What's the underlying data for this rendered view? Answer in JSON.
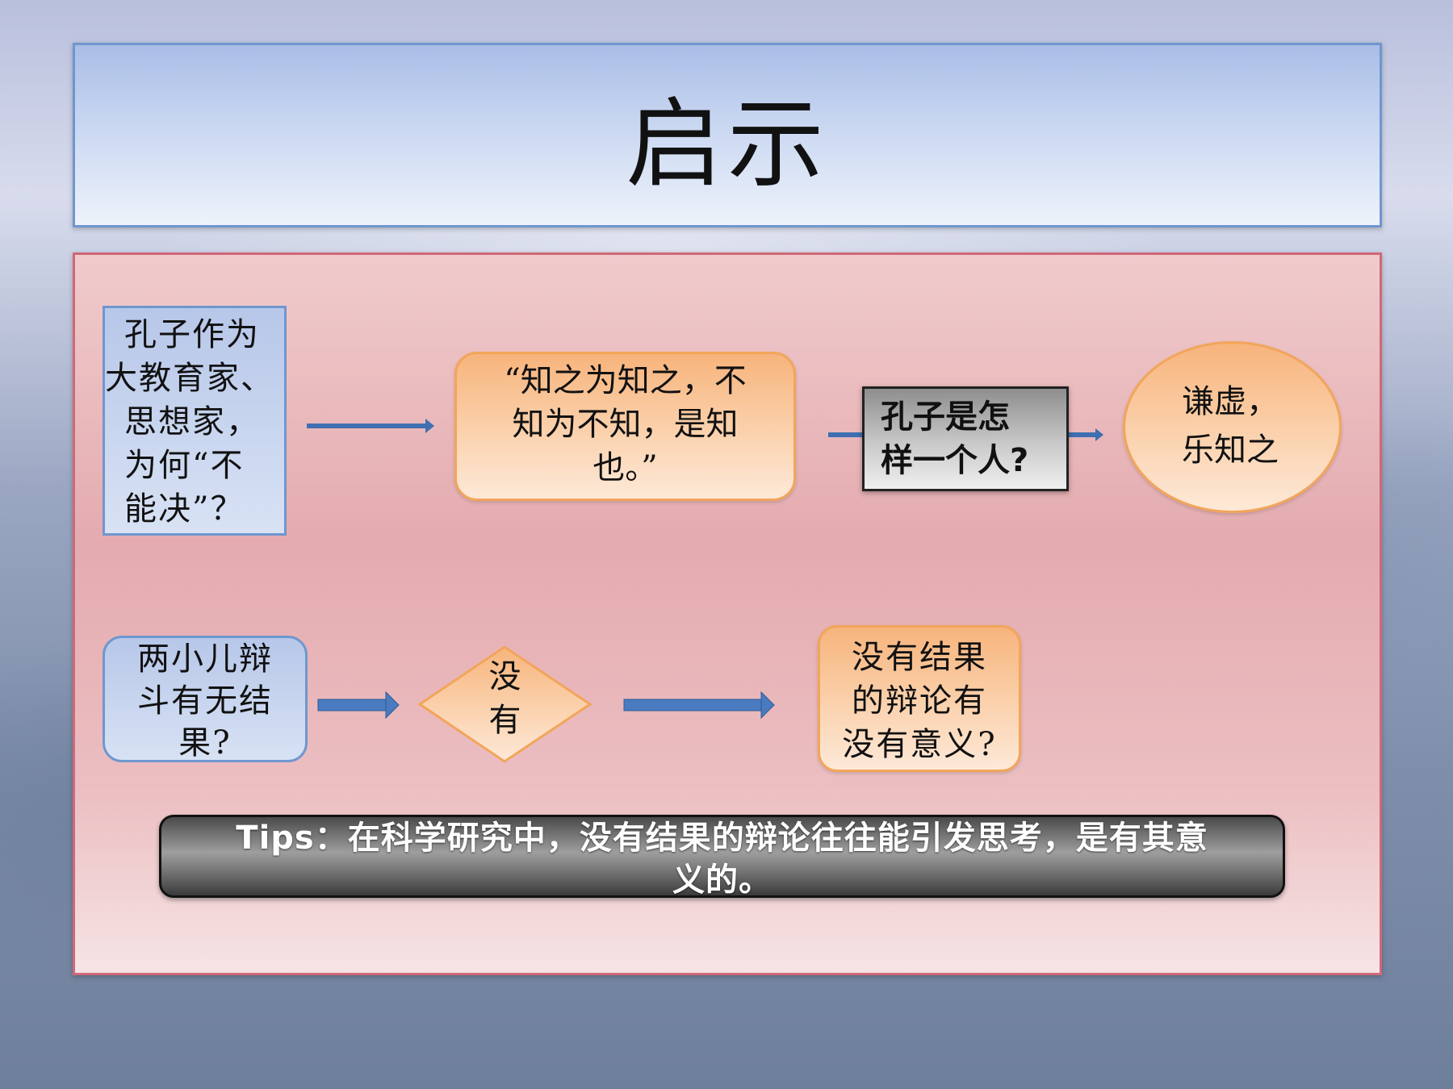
{
  "slide": {
    "title": "启示"
  },
  "diagram": {
    "row1": {
      "box1": [
        "孔子作为",
        "大教育家、",
        "思想家，",
        "为何“不",
        "能决”？"
      ],
      "box2": [
        "“知之为知之，不",
        "知为不知，是知",
        "也。”"
      ],
      "box3": [
        "孔子是怎",
        "样一个人?"
      ],
      "box4": [
        "谦虚，",
        "乐知之"
      ]
    },
    "row2": {
      "box1": [
        "两小儿辩",
        "斗有无结",
        "果?"
      ],
      "diamond": [
        "没",
        "有"
      ],
      "box3": [
        "没有结果",
        "的辩论有",
        "没有意义?"
      ]
    },
    "tips": [
      "Tips：在科学研究中，没有结果的辩论往往能引发思考，是有其意",
      "义的。"
    ]
  }
}
